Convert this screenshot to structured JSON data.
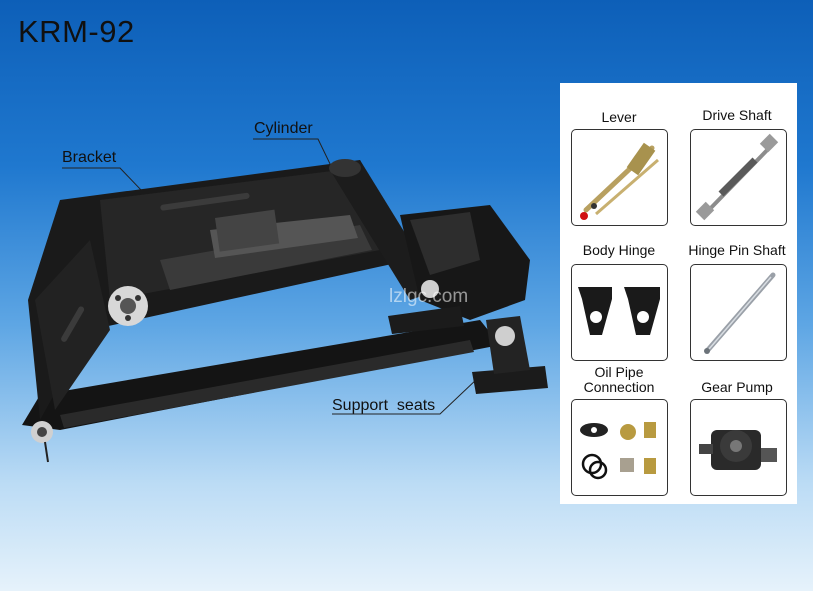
{
  "title": "KRM-92",
  "watermark": "lzlgc.com",
  "callouts": {
    "cylinder": "Cylinder",
    "bracket": "Bracket",
    "support_seats": "Support  seats"
  },
  "parts": [
    {
      "label": "Lever",
      "icon": "lever-icon"
    },
    {
      "label": "Drive Shaft",
      "icon": "drive-shaft-icon"
    },
    {
      "label": "Body Hinge",
      "icon": "body-hinge-icon"
    },
    {
      "label": "Hinge Pin Shaft",
      "icon": "hinge-pin-shaft-icon"
    },
    {
      "label_line1": "Oil Pipe",
      "label_line2": "Connection",
      "icon": "oil-pipe-connection-icon"
    },
    {
      "label": "Gear Pump",
      "icon": "gear-pump-icon"
    }
  ],
  "colors": {
    "background_top": "#0d5fb8",
    "background_bottom": "#e6f2fb",
    "machine": "#1a1a1a",
    "panel": "#ffffff"
  }
}
